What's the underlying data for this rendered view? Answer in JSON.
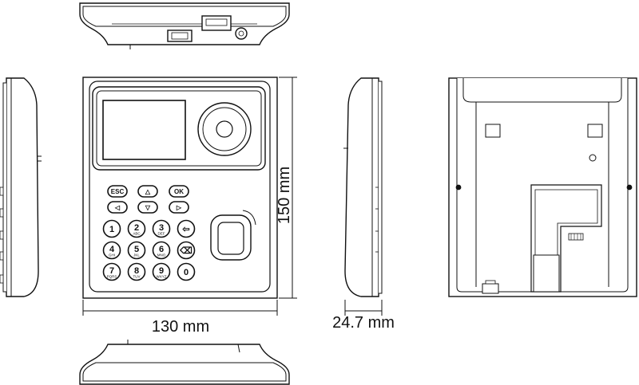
{
  "dimensions": {
    "width": "130 mm",
    "height": "150 mm",
    "depth": "24.7 mm"
  },
  "keypad": {
    "nav_keys": [
      {
        "label": "ESC"
      },
      {
        "label": "△"
      },
      {
        "label": "OK"
      },
      {
        "label": "◁"
      },
      {
        "label": "▽"
      },
      {
        "label": "▷"
      }
    ],
    "digit_keys": [
      {
        "label": "1",
        "sub": ""
      },
      {
        "label": "2",
        "sub": "ABC"
      },
      {
        "label": "3",
        "sub": "DEF"
      },
      {
        "label": "⇦",
        "sub": ""
      },
      {
        "label": "4",
        "sub": "GHI"
      },
      {
        "label": "5",
        "sub": "JKL"
      },
      {
        "label": "6",
        "sub": "MNO"
      },
      {
        "label": "⌫",
        "sub": ""
      },
      {
        "label": "7",
        "sub": "PQRS"
      },
      {
        "label": "8",
        "sub": "TUV"
      },
      {
        "label": "9",
        "sub": "WXYZ"
      },
      {
        "label": "0",
        "sub": ""
      }
    ]
  },
  "colors": {
    "line": "#111111",
    "fill": "#ffffff",
    "shade": "#e6e6e6"
  }
}
